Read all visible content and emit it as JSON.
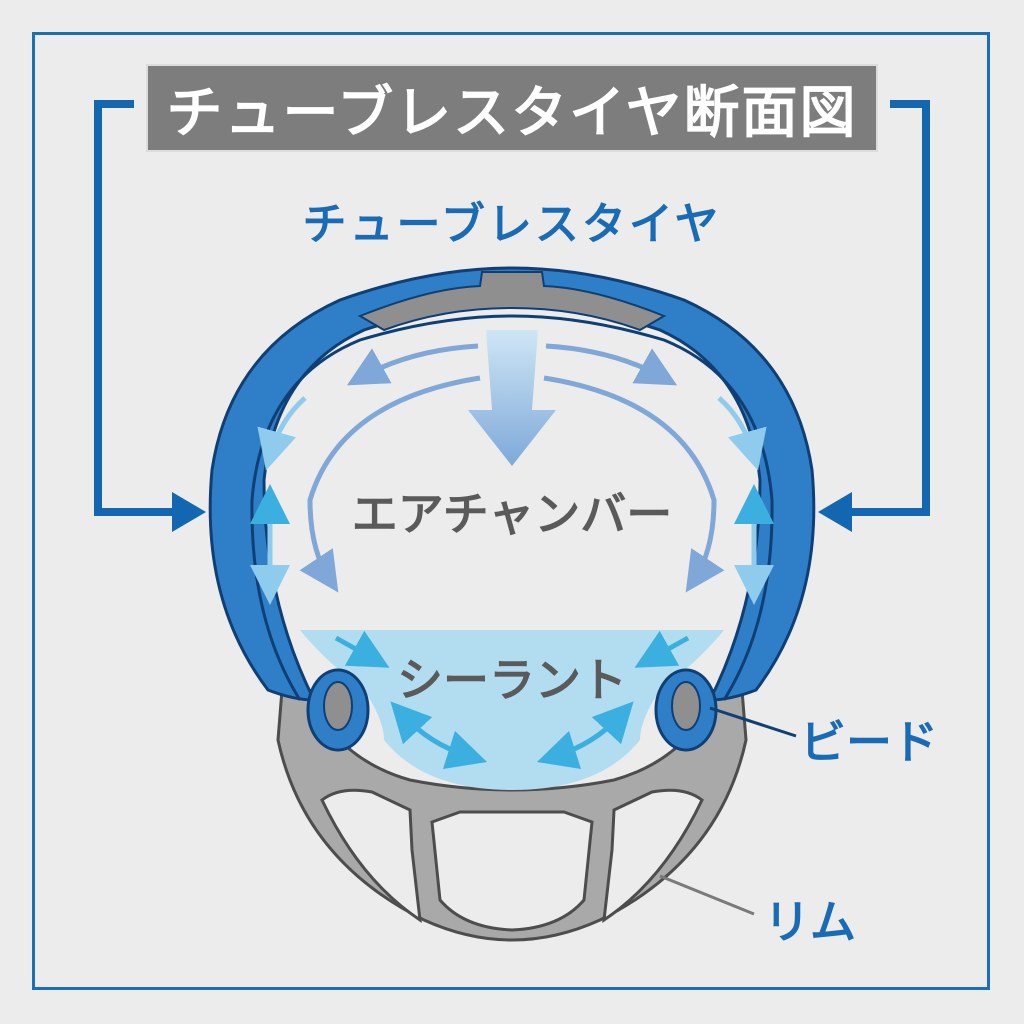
{
  "header": {
    "title": "チューブレスタイヤ断面図",
    "subtitle": "チューブレスタイヤ"
  },
  "labels": {
    "air_chamber": "エアチャンバー",
    "sealant": "シーラント",
    "bead": "ビード",
    "rim": "リム"
  },
  "colors": {
    "background": "#ececec",
    "frame_blue": "#1b6fb8",
    "tire_blue": "#2f7fc8",
    "tire_dark": "#0f3f74",
    "tread_gray": "#8f8f8f",
    "rim_gray": "#a9a9a9",
    "sealant_blue": "#b2ddf0",
    "arrow_light": "#8fc7e8",
    "title_bg": "#7d7d7d",
    "text_gray": "#5a5a5a"
  }
}
